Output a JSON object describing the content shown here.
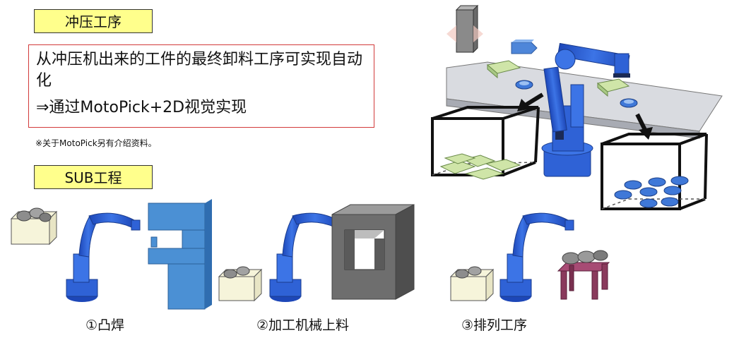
{
  "header": {
    "title_label": "冲压工序"
  },
  "description": {
    "line1": "从冲压机出来的工件的最终卸料工序可实现自动化",
    "line2": "⇒通过MotoPick+2D视觉实现"
  },
  "note": "※关于MotoPick另有介绍资料。",
  "sub_section": {
    "title_label": "SUB工程"
  },
  "captions": {
    "step1": "①凸焊",
    "step2": "②加工机械上料",
    "step3": "③排列工序"
  },
  "colors": {
    "tag_bg": "#ffff8c",
    "border_red": "#d23a3a",
    "robot_blue": "#2f62d6",
    "press_blue": "#4b90d4",
    "machine_gray": "#6e6e6e",
    "conveyor_gray": "#d9d9d9",
    "bin_green": "#cfe5a8",
    "ring_blue": "#3f78d8",
    "rack_maroon": "#8a3a5c"
  },
  "icons": [
    "robot-arm-icon",
    "press-machine-icon",
    "machine-tool-icon",
    "parts-basket-icon",
    "rack-icon",
    "conveyor-icon",
    "bin-icon"
  ]
}
